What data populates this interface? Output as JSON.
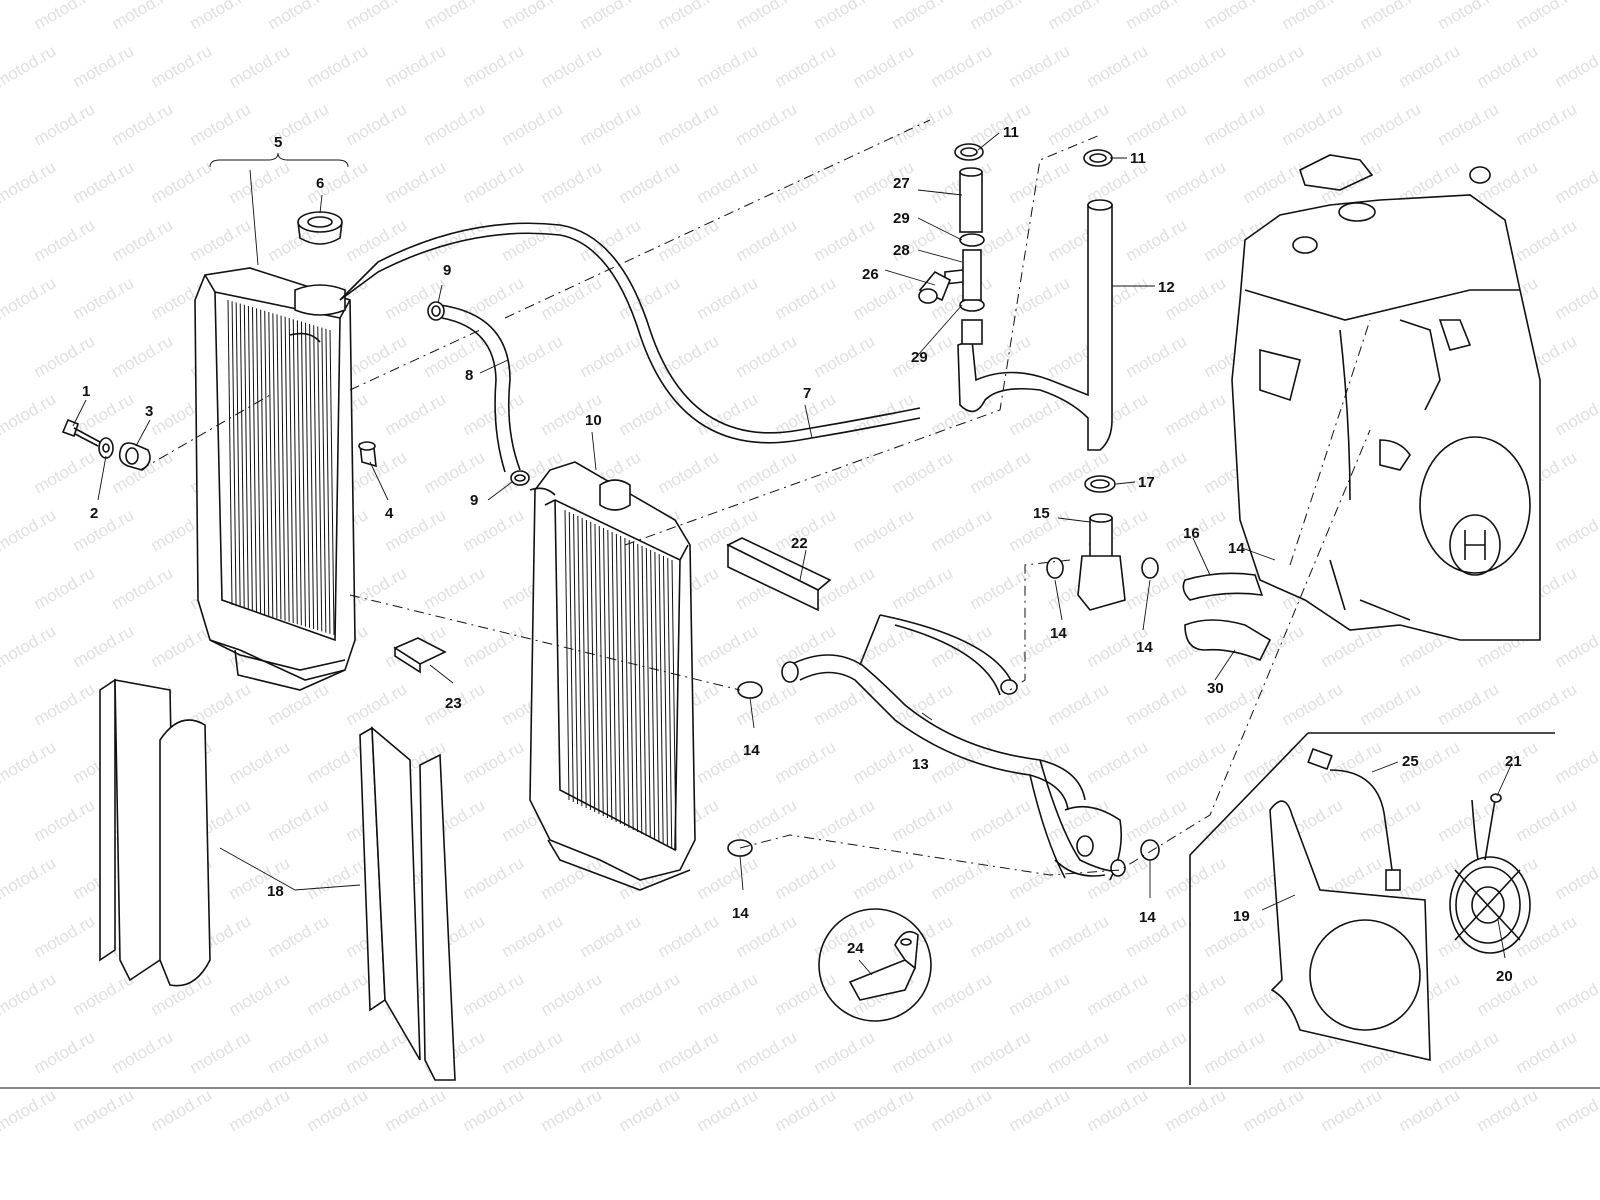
{
  "watermark": {
    "text": "motod.ru"
  },
  "labels": {
    "p1": "1",
    "p2": "2",
    "p3": "3",
    "p4": "4",
    "p5": "5",
    "p6": "6",
    "p7": "7",
    "p8": "8",
    "p9a": "9",
    "p9b": "9",
    "p10": "10",
    "p11a": "11",
    "p11b": "11",
    "p12": "12",
    "p13": "13",
    "p14a": "14",
    "p14b": "14",
    "p14c": "14",
    "p14d": "14",
    "p14e": "14",
    "p14f": "14",
    "p15": "15",
    "p16": "16",
    "p17": "17",
    "p18": "18",
    "p19": "19",
    "p20": "20",
    "p21": "21",
    "p22": "22",
    "p23": "23",
    "p24": "24",
    "p25": "25",
    "p26": "26",
    "p27": "27",
    "p28": "28",
    "p29a": "29",
    "p29b": "29",
    "p30": "30"
  }
}
